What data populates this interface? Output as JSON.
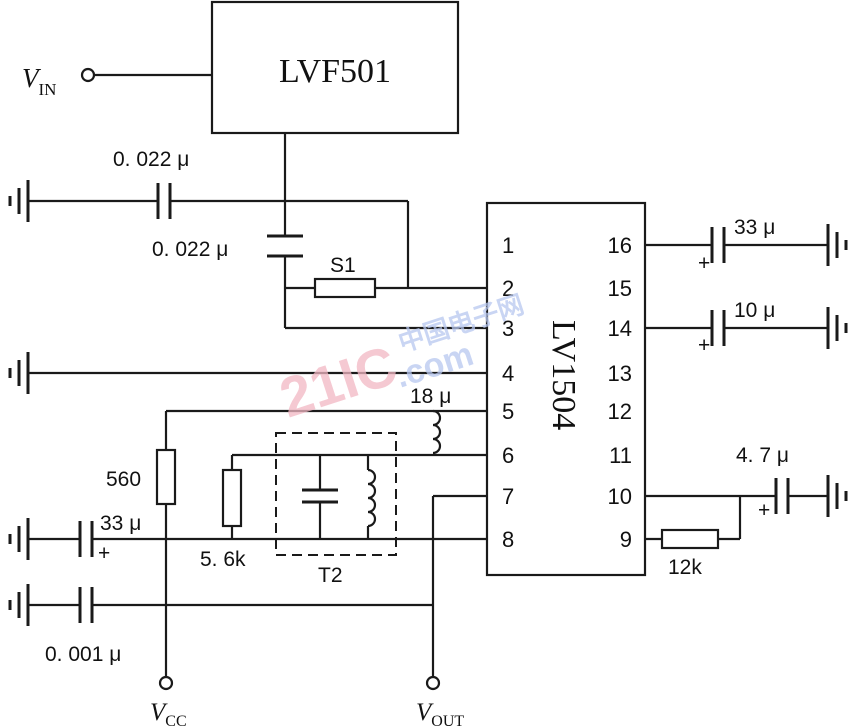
{
  "regulator": {
    "label": "LVF501"
  },
  "ic": {
    "label": "LV1504",
    "left_pins": [
      "1",
      "2",
      "3",
      "4",
      "5",
      "6",
      "7",
      "8"
    ],
    "right_pins": [
      "16",
      "15",
      "14",
      "13",
      "12",
      "11",
      "10",
      "9"
    ]
  },
  "terminals": {
    "vin": "V",
    "vin_sub": "IN",
    "vcc": "V",
    "vcc_sub": "CC",
    "vout": "V",
    "vout_sub": "OUT"
  },
  "components": {
    "c_top": "0. 022 μ",
    "c_mid": "0. 022 μ",
    "s1": "S1",
    "c_pin16": "33 μ",
    "c_pin14": "10 μ",
    "l_pin5": "18 μ",
    "r_560": "560",
    "r_5k6": "5. 6k",
    "t2": "T2",
    "c_pin8": "33 μ",
    "c_bottom": "0. 001 μ",
    "c_pin10": "4. 7 μ",
    "r_12k": "12k",
    "plus": "+"
  },
  "watermark": {
    "brand": "21IC",
    "domain": ".com",
    "cn": "中国电子网"
  }
}
